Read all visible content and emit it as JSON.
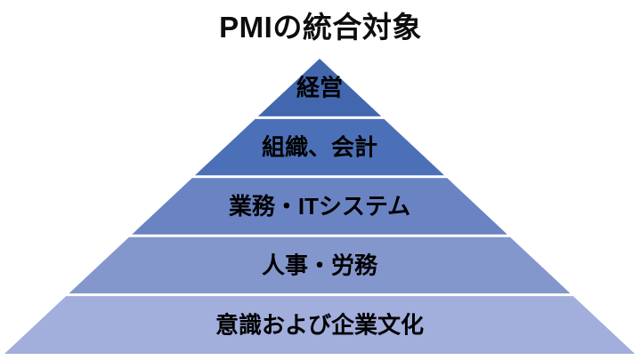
{
  "title": "PMIの統合対象",
  "diagram": {
    "type": "pyramid",
    "description": "5-level pyramid of PMI integration targets, darkest blue at apex to light periwinkle at base",
    "background": "#ffffff",
    "separator_color": "#ffffff",
    "text_color": "#000000",
    "levels": [
      {
        "label": "経営",
        "color": "#4267ae"
      },
      {
        "label": "組織、会計",
        "color": "#4c70b7"
      },
      {
        "label": "業務・ITシステム",
        "color": "#6a83c3"
      },
      {
        "label": "人事・労務",
        "color": "#8497cd"
      },
      {
        "label": "意識および企業文化",
        "color": "#a2aedb"
      }
    ]
  }
}
